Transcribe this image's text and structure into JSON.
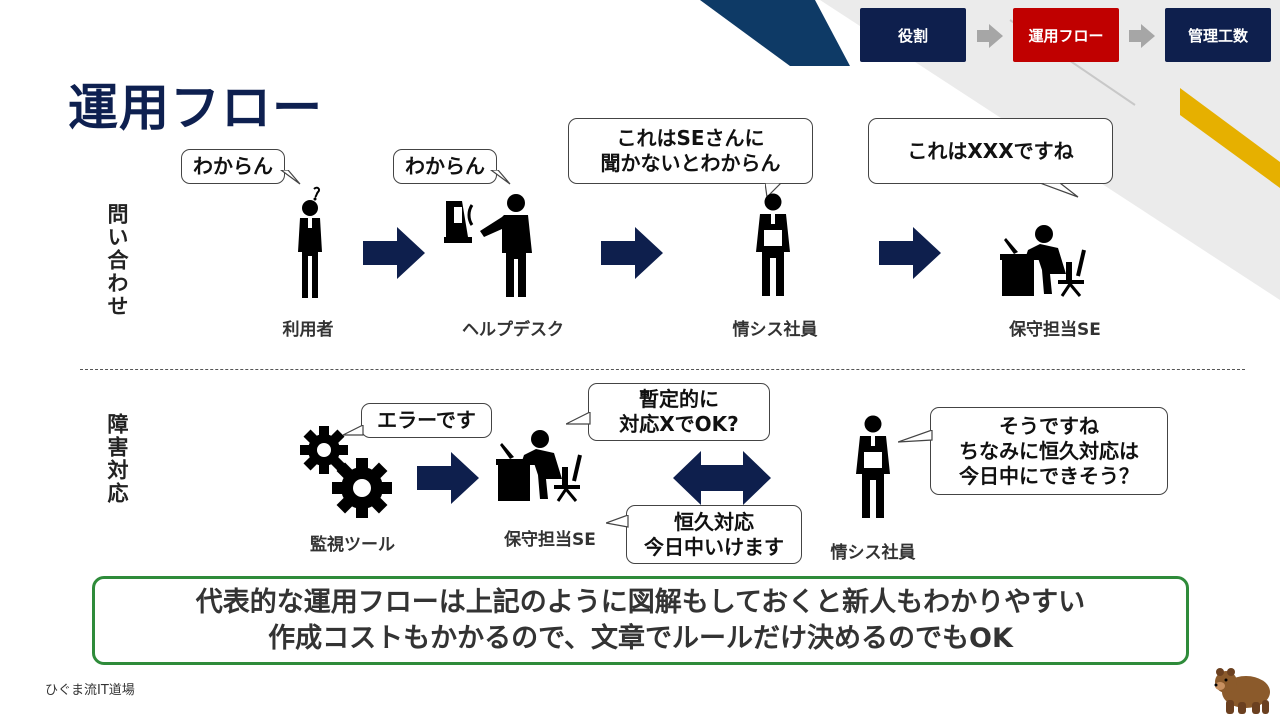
{
  "header": {
    "steps": [
      {
        "label": "役割",
        "color": "#0e1f4d"
      },
      {
        "label": "運用フロー",
        "color": "#c00000"
      },
      {
        "label": "管理工数",
        "color": "#0e1f4d"
      }
    ],
    "title": "運用フロー"
  },
  "inquiry": {
    "section_label": "問い合わせ",
    "actors": [
      {
        "label": "利用者",
        "icon": "confused-person-icon",
        "bubble": [
          "わからん"
        ]
      },
      {
        "label": "ヘルプデスク",
        "icon": "helpdesk-phone-person-icon",
        "bubble": [
          "わからん"
        ]
      },
      {
        "label": "情シス社員",
        "icon": "employee-with-document-icon",
        "bubble": [
          "これはSEさんに",
          "聞かないとわからん"
        ]
      },
      {
        "label": "保守担当SE",
        "icon": "engineer-at-desk-icon",
        "bubble": [
          "これはXXXですね"
        ]
      }
    ]
  },
  "incident": {
    "section_label": "障害対応",
    "actors": [
      {
        "label": "監視ツール",
        "icon": "gears-icon",
        "bubble": [
          "エラーです"
        ]
      },
      {
        "label": "保守担当SE",
        "icon": "engineer-at-desk-icon",
        "bubble": [
          "暫定的に",
          "対応XでOK?"
        ],
        "bubble2": [
          "恒久対応",
          "今日中いけます"
        ]
      },
      {
        "label": "情シス社員",
        "icon": "employee-with-document-icon",
        "bubble": [
          "そうですね",
          "ちなみに恒久対応は",
          "今日中にできそう？"
        ]
      }
    ]
  },
  "summary": {
    "line1": "代表的な運用フローは上記のように図解もしておくと新人もわかりやすい",
    "line2": "作成コストもかかるので、文章でルールだけ決めるのでもOK"
  },
  "footer": {
    "brand": "ひぐま流IT道場"
  },
  "colors": {
    "navy": "#0e1f4d",
    "red": "#c00000",
    "green": "#2e8b3a",
    "gold": "#e6b000",
    "grey_arrow": "#a6a6a6"
  }
}
